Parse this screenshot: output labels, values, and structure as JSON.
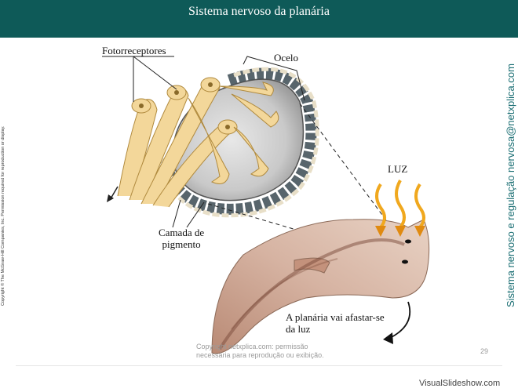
{
  "slide": {
    "title": "Sistema nervoso da planária",
    "copyright_side": "Copyright © The McGraw-Hill Companies, Inc. Permission required for reproduction or display.",
    "brand_side": "Sistema nervoso e regulação nervosa@netxplica.com",
    "page_number": "29",
    "footer_note_line1": "Copyright netxplica.com: permissão",
    "footer_note_line2": "necessária para reprodução ou exibição.",
    "watermark": "VisualSlideshow.com"
  },
  "figure": {
    "label_fotorreceptores": "Fotorreceptores",
    "label_ocelo": "Ocelo",
    "label_camada_line1": "Camada de",
    "label_camada_line2": "pigmento",
    "label_luz": "LUZ",
    "label_afastar_line1": "A planária vai afastar-se",
    "label_afastar_line2": "da luz"
  },
  "colors": {
    "header_bg": "#0e5a58",
    "brand_text": "#1a6e73",
    "light_arrows": "#f0a81e",
    "photoreceptor": "#f3d79a",
    "planaria_body": "#c49a86"
  }
}
